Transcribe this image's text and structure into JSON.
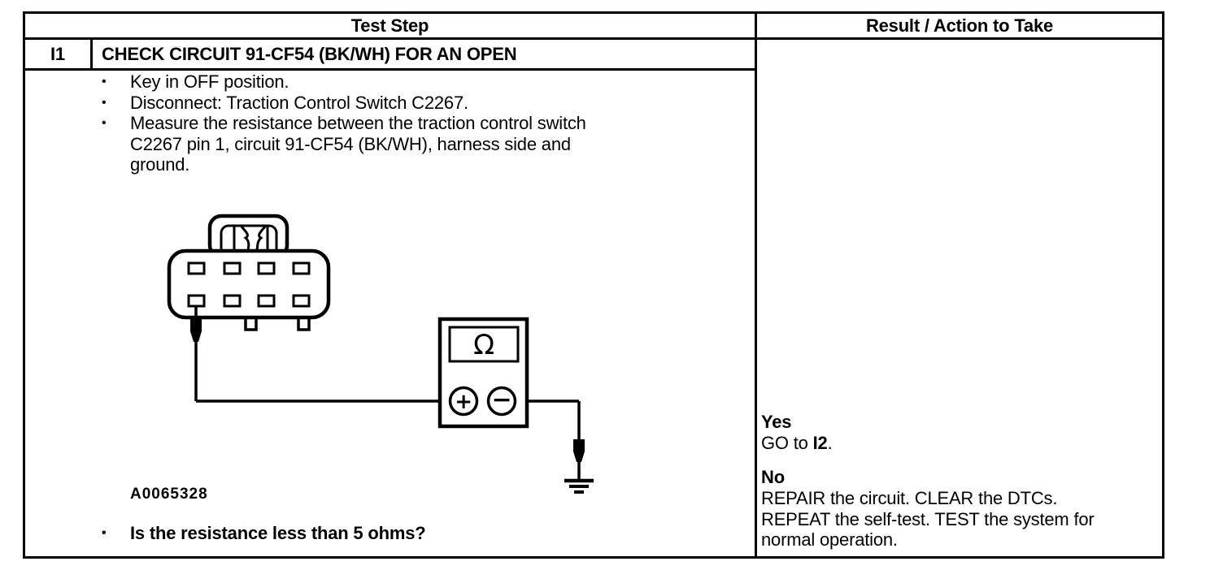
{
  "header": {
    "test_step": "Test Step",
    "result_action": "Result / Action to Take"
  },
  "step": {
    "id": "I1",
    "title": "CHECK CIRCUIT 91-CF54 (BK/WH) FOR AN OPEN",
    "bullets": [
      "Key in OFF position.",
      "Disconnect: Traction Control Switch C2267.",
      "Measure the resistance between the traction control switch C2267 pin 1, circuit 91-CF54 (BK/WH), harness side and ground."
    ],
    "figure_id": "A0065328",
    "question": "Is the resistance less than 5 ohms?"
  },
  "result": {
    "yes_label": "Yes",
    "yes_action_prefix": "GO to ",
    "yes_action_step": "I2",
    "yes_action_suffix": ".",
    "no_label": "No",
    "no_action": "REPAIR the circuit. CLEAR the DTCs. REPEAT the self-test. TEST the system for normal operation."
  },
  "diagram": {
    "ohm_symbol": "Ω",
    "plus_symbol": "+",
    "minus_symbol": "−"
  },
  "glyphs": {
    "bullet": "•"
  },
  "colors": {
    "ink": "#000000",
    "paper": "#ffffff"
  }
}
